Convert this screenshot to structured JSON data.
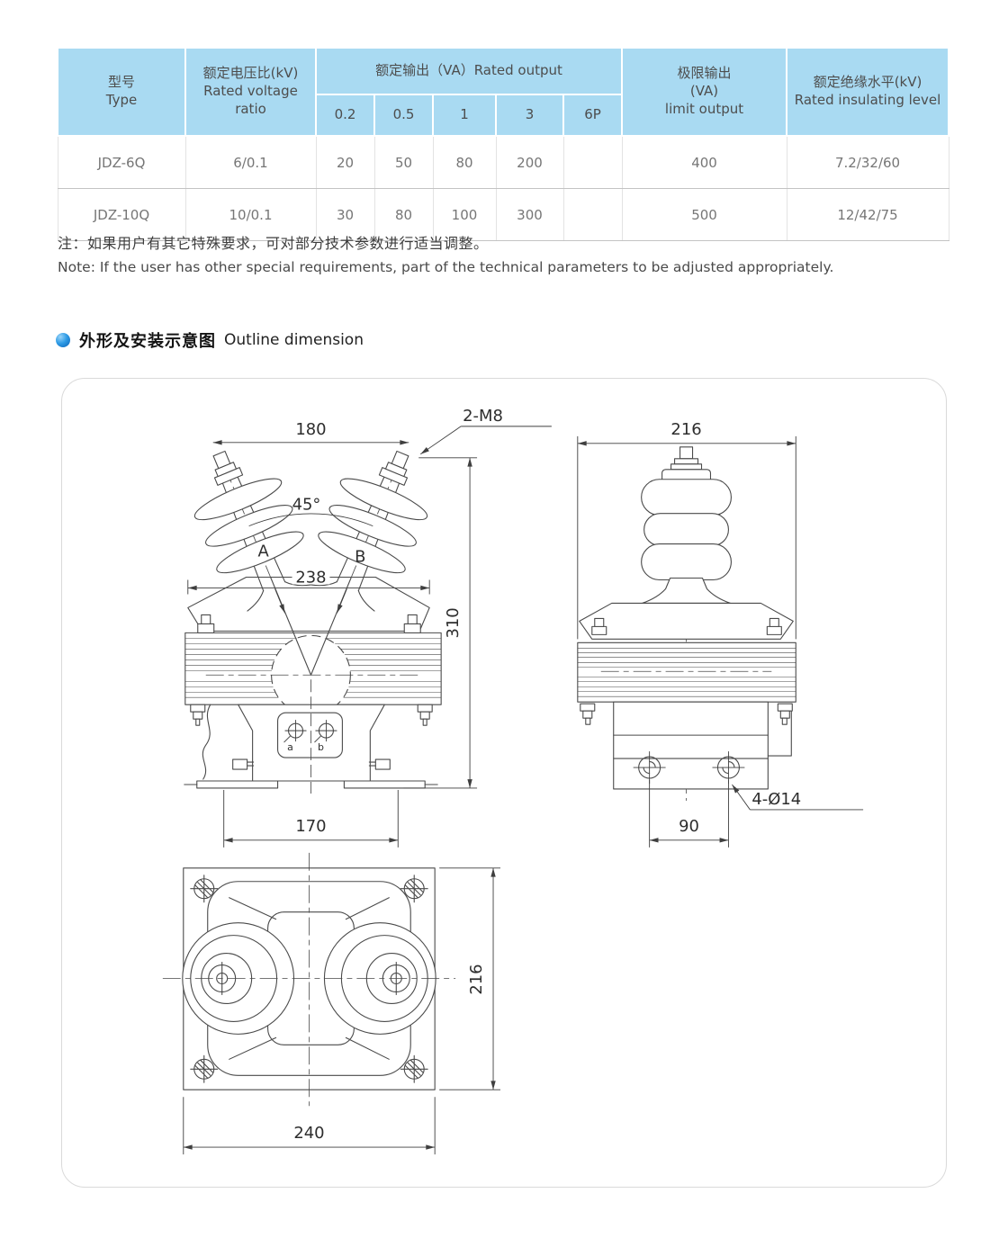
{
  "table": {
    "headers": {
      "type_zh": "型号",
      "type_en": "Type",
      "ratio_zh": "额定电压比(kV)",
      "ratio_en": "Rated voltage ratio",
      "output_header": "额定输出（VA）Rated output",
      "classes": [
        "0.2",
        "0.5",
        "1",
        "3",
        "6P"
      ],
      "limit_zh": "极限输出",
      "limit_unit": "(VA)",
      "limit_en": "limit output",
      "insul_zh": "额定绝缘水平(kV)",
      "insul_en": "Rated insulating level"
    },
    "rows": [
      {
        "type": "JDZ-6Q",
        "ratio": "6/0.1",
        "c02": "20",
        "c05": "50",
        "c1": "80",
        "c3": "200",
        "c6p": "",
        "limit": "400",
        "insul": "7.2/32/60"
      },
      {
        "type": "JDZ-10Q",
        "ratio": "10/0.1",
        "c02": "30",
        "c05": "80",
        "c1": "100",
        "c3": "300",
        "c6p": "",
        "limit": "500",
        "insul": "12/42/75"
      }
    ]
  },
  "note": {
    "zh": "注：如果用户有其它特殊要求，可对部分技术参数进行适当调整。",
    "en": "Note: If the user has other special requirements, part of the technical  parameters to be adjusted appropriately."
  },
  "section": {
    "zh": "外形及安装示意图",
    "en": "Outline dimension"
  },
  "drawing": {
    "front": {
      "dim_terminal_spacing": "180",
      "bolt_spec": "2-M8",
      "angle": "45°",
      "label_a": "A",
      "label_b": "B",
      "dim_top_width": "238",
      "dim_height": "310",
      "dim_foot_spacing": "170",
      "lv_terminal_a": "a",
      "lv_terminal_b": "b"
    },
    "side": {
      "dim_width": "216",
      "hole_spec": "4-Ø14",
      "dim_hole_spacing": "90"
    },
    "bottom": {
      "dim_depth": "216",
      "dim_width": "240"
    }
  },
  "colors": {
    "header_bg": "#a9daf2",
    "accent_blue": "#1d85d2"
  }
}
